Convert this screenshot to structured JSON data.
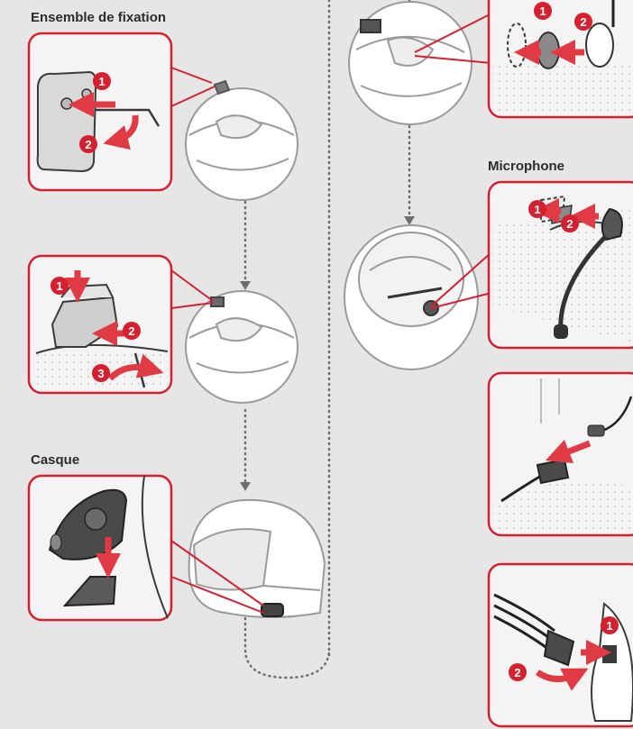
{
  "headings": {
    "mounting_kit": "Ensemble de fixation",
    "microphone": "Microphone",
    "helmet": "Casque"
  },
  "step_badges": {
    "kit_clamp": [
      "1",
      "2"
    ],
    "kit_slide": [
      "1",
      "2",
      "3"
    ],
    "earpad": [
      "1",
      "2"
    ],
    "microphone": [
      "1",
      "2"
    ],
    "connector": [
      "1",
      "2"
    ]
  },
  "colors": {
    "background": "#e6e6e7",
    "panel_border": "#d4202f",
    "badge": "#d4202f",
    "arrow": "#e03a45",
    "dotted_line": "#6d6e71",
    "line_art": "#3a3a3a"
  }
}
